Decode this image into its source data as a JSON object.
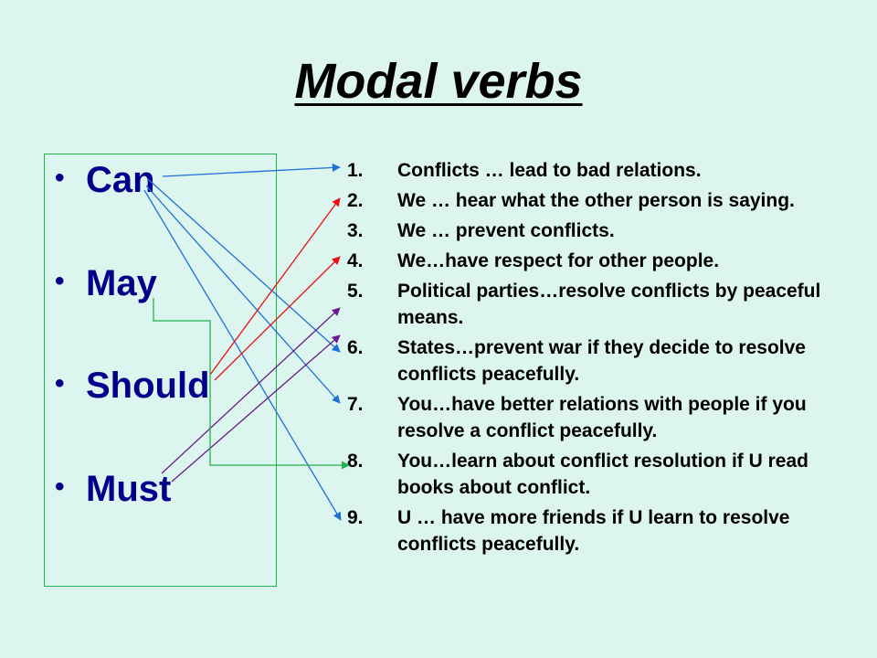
{
  "slide": {
    "title": "Modal verbs",
    "verbs": [
      "Can",
      "May",
      "Should",
      "Must"
    ],
    "sentences": [
      {
        "num": "1.",
        "text": "Conflicts … lead to bad relations."
      },
      {
        "num": "2.",
        "text": "We … hear what the other person is saying."
      },
      {
        "num": "3.",
        "text": "We … prevent conflicts."
      },
      {
        "num": "4.",
        "text": "We…have respect for other people."
      },
      {
        "num": "5.",
        "text": "Political parties…resolve conflicts by peaceful means."
      },
      {
        "num": "6.",
        "text": "States…prevent war if they decide to resolve conflicts peacefully."
      },
      {
        "num": "7.",
        "text": "You…have better relations with people if you resolve a conflict peacefully."
      },
      {
        "num": "8.",
        "text": "You…learn about conflict resolution if U read books about conflict."
      },
      {
        "num": "9.",
        "text": "U … have more friends if U learn to resolve  conflicts peacefully."
      }
    ],
    "colors": {
      "background": "#dcf5ef",
      "verb_text": "#00008b",
      "arrow_blue": "#1e6fd9",
      "arrow_red": "#e81010",
      "arrow_purple": "#6a1a8a",
      "arrow_green": "#22b14c"
    }
  }
}
